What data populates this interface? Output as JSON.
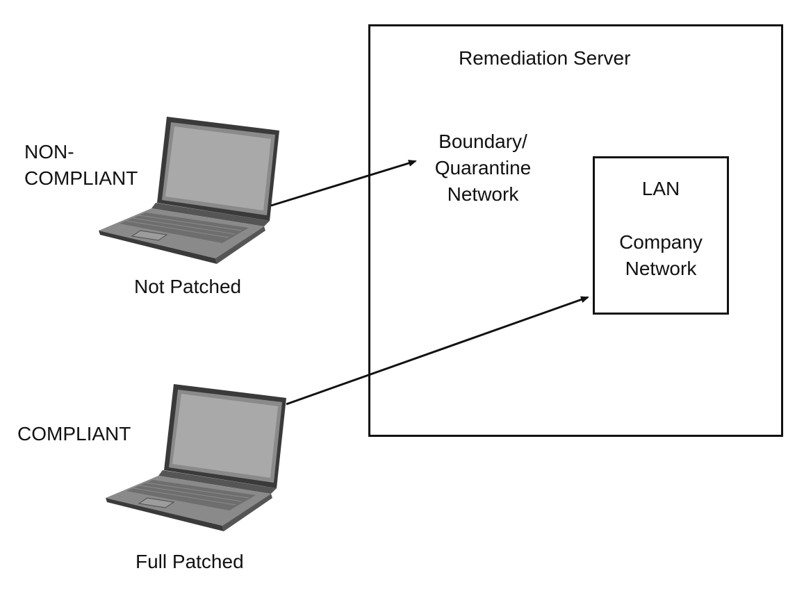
{
  "server": {
    "title": "Remediation Server"
  },
  "boundary": {
    "lines": [
      "Boundary/",
      "Quarantine",
      "Network"
    ]
  },
  "lan": {
    "title": "LAN",
    "lines": [
      "Company",
      "Network"
    ]
  },
  "devices": [
    {
      "status_lines": [
        "NON-",
        "COMPLIANT"
      ],
      "caption": "Not Patched",
      "icon": "laptop-icon"
    },
    {
      "status_lines": [
        "COMPLIANT"
      ],
      "caption": "Full Patched",
      "icon": "laptop-icon"
    }
  ],
  "colors": {
    "line": "#111111",
    "laptop_body": "#8a8a8a",
    "laptop_screen": "#a9a9a9",
    "laptop_dark": "#3a3a3a"
  }
}
